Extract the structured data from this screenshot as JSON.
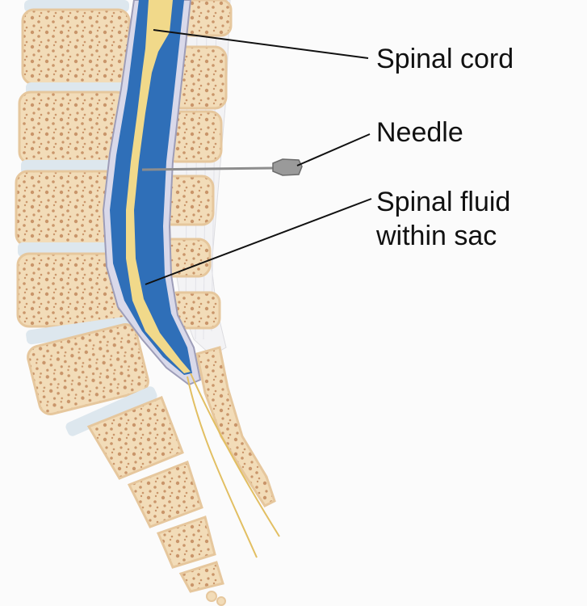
{
  "labels": {
    "spinal_cord": "Spinal cord",
    "needle": "Needle",
    "spinal_fluid_line1": "Spinal fluid",
    "spinal_fluid_line2": "within sac"
  },
  "colors": {
    "background": "#fbfbfb",
    "bone": "#f2dcb8",
    "bone_spot": "#c9956a",
    "disc": "#dde7ee",
    "fluid": "#2f6fb8",
    "cord": "#f1d98a",
    "sac": "#d9d9ea",
    "ligament": "#f3f3f5",
    "needle": "#9a9a9a",
    "text": "#111111"
  }
}
